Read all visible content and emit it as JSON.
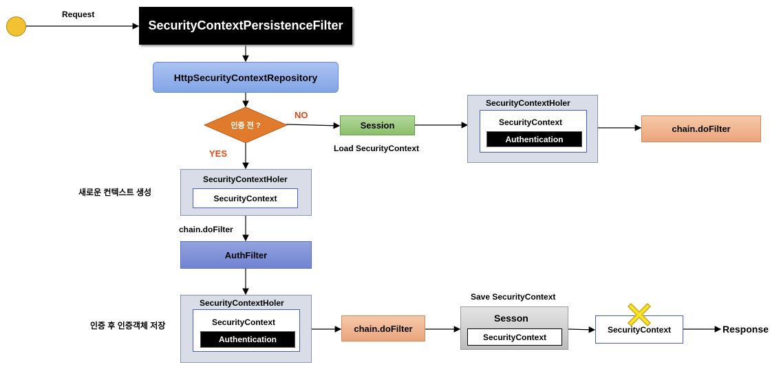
{
  "start_label": "Request",
  "filter_box": "SecurityContextPersistenceFilter",
  "repository_box": "HttpSecurityContextRepository",
  "decision": {
    "label": "인증 전 ?",
    "no": "NO",
    "yes": "YES"
  },
  "session_box": "Session",
  "load_label": "Load SecurityContext",
  "top_holder": {
    "title": "SecurityContextHoler",
    "context": "SecurityContext",
    "auth": "Authentication"
  },
  "top_chain": "chain.doFilter",
  "new_context_label": "새로운 컨텍스트 생성",
  "mid_holder": {
    "title": "SecurityContextHoler",
    "context": "SecurityContext"
  },
  "chain_label": "chain.doFilter",
  "auth_filter": "AuthFilter",
  "save_after_label": "인증 후 인증객체 저장",
  "bottom_holder": {
    "title": "SecurityContextHoler",
    "context": "SecurityContext",
    "auth": "Authentication"
  },
  "bottom_chain": "chain.doFilter",
  "save_label": "Save SecurityContext",
  "sesson": {
    "title": "Sesson",
    "context": "SecurityContext"
  },
  "cleared_context": "SecurityContext",
  "response_label": "Response",
  "colors": {
    "start": "#f2c233",
    "diamond": "#e07b2d",
    "no_yes": "#d94a1e",
    "repo": "#8fb0ea",
    "session": "#9bc77a",
    "auth_filter": "#7f90d8"
  }
}
